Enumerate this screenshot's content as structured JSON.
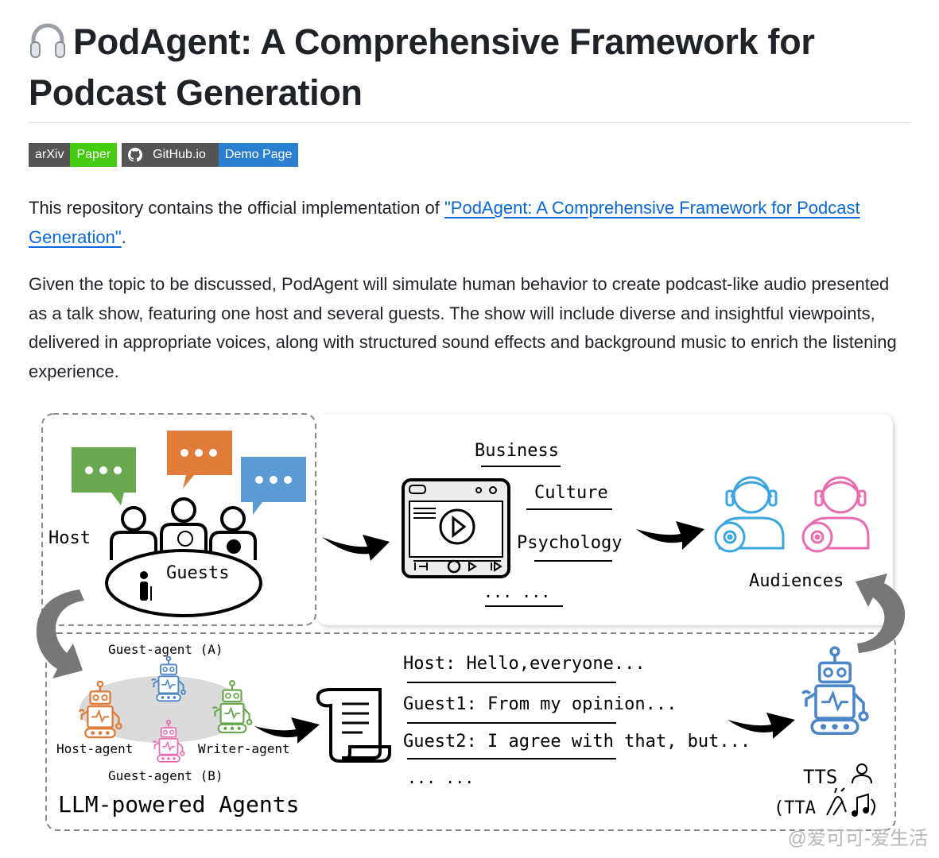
{
  "header": {
    "title": "PodAgent: A Comprehensive Framework for Podcast Generation",
    "icon": "headphones-icon"
  },
  "badges": [
    {
      "left": "arXiv",
      "right": "Paper",
      "right_color": "#4c1"
    },
    {
      "left": "GitHub.io",
      "right": "Demo Page",
      "right_color": "#2b7fd0",
      "icon": "github-icon"
    }
  ],
  "intro": {
    "prefix": "This repository contains the official implementation of ",
    "link_text": "\"PodAgent: A Comprehensive Framework for Podcast Generation\"",
    "suffix": "."
  },
  "description": "Given the topic to be discussed, PodAgent will simulate human behavior to create podcast-like audio presented as a talk show, featuring one host and several guests. The show will include diverse and insightful viewpoints, delivered in appropriate voices, along with structured sound effects and background music to enrich the listening experience.",
  "figure": {
    "host_label": "Host",
    "guests_label": "Guests",
    "topics": [
      "Business",
      "Culture",
      "Psychology",
      "... ..."
    ],
    "audiences_label": "Audiences",
    "agents": {
      "guest_a": "Guest-agent (A)",
      "guest_b": "Guest-agent (B)",
      "host": "Host-agent",
      "writer": "Writer-agent",
      "title": "LLM-powered Agents"
    },
    "script_lines": [
      "Host: Hello,everyone...",
      "Guest1: From my opinion...",
      "Guest2: I agree with that, but...",
      "... ..."
    ],
    "tts_label": "TTS",
    "tta_label": "(TTA",
    "colors": {
      "green": "#6aa84f",
      "orange": "#e07b39",
      "blue": "#5b9bd5",
      "pink": "#e96bb0",
      "audience_blue": "#3aa5e0",
      "audience_pink": "#e96bb0",
      "robot_blue": "#4a86c8"
    }
  },
  "watermark": "@爱可可-爱生活"
}
